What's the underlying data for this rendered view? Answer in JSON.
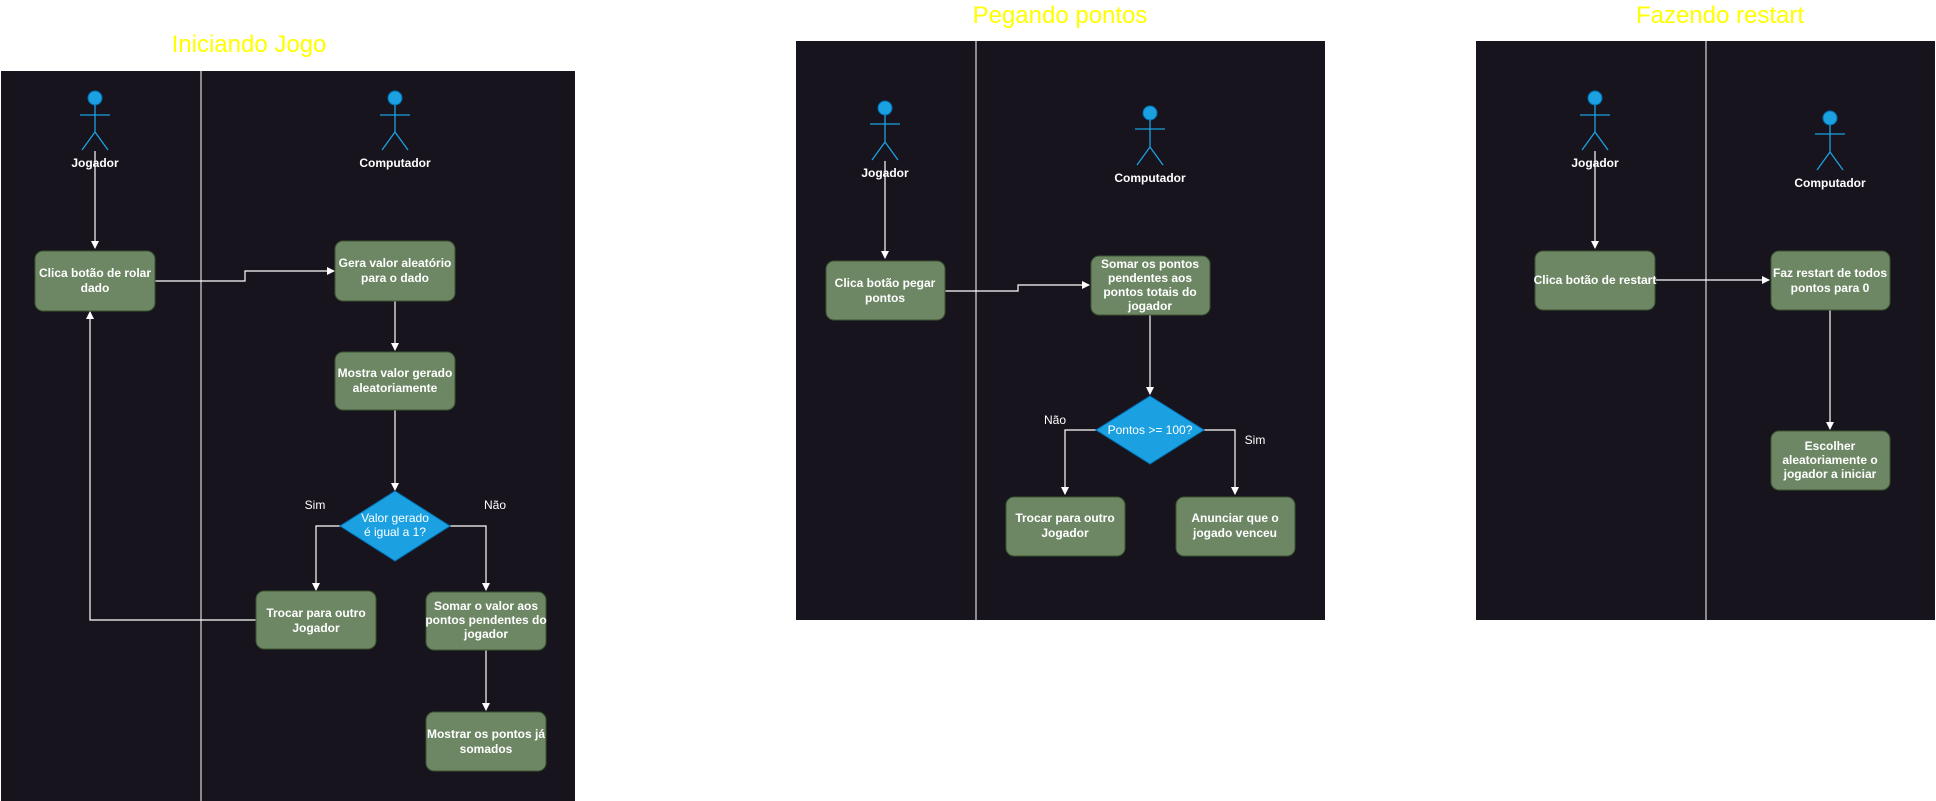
{
  "colors": {
    "panel": "#18141d",
    "node": "#6d8764",
    "decision": "#1ba1e2",
    "title": "#ffff00",
    "text": "#ffffff"
  },
  "diagrams": {
    "iniciando": {
      "title": "Iniciando Jogo",
      "actor_left": "Jogador",
      "actor_right": "Computador",
      "n_clica": [
        "Clica botão de rolar",
        "dado"
      ],
      "n_gera": [
        "Gera valor aleatório",
        "para o dado"
      ],
      "n_mostra": [
        "Mostra valor gerado",
        "aleatoriamente"
      ],
      "d_valor": [
        "Valor gerado",
        "é igual a 1?"
      ],
      "e_sim": "Sim",
      "e_nao": "Não",
      "n_trocar": [
        "Trocar para outro",
        "Jogador"
      ],
      "n_somar": [
        "Somar o valor aos",
        "pontos pendentes do",
        "jogador"
      ],
      "n_mostrar_pontos": [
        "Mostrar os pontos já",
        "somados"
      ]
    },
    "pegando": {
      "title": "Pegando pontos",
      "actor_left": "Jogador",
      "actor_right": "Computador",
      "n_clica": [
        "Clica botão  pegar",
        "pontos"
      ],
      "n_somar": [
        "Somar os pontos",
        "pendentes aos",
        "pontos totais do",
        "jogador"
      ],
      "d_pontos": [
        "Pontos >= 100?"
      ],
      "e_nao": "Não",
      "e_sim": "Sim",
      "n_trocar": [
        "Trocar para outro",
        "Jogador"
      ],
      "n_anunciar": [
        "Anunciar que o",
        "jogado venceu"
      ]
    },
    "restart": {
      "title": "Fazendo restart",
      "actor_left": "Jogador",
      "actor_right": "Computador",
      "n_clica": [
        "Clica botão de restart"
      ],
      "n_faz": [
        "Faz restart de todos",
        "pontos para 0"
      ],
      "n_escolher": [
        "Escolher",
        "aleatoriamente o",
        "jogador a iniciar"
      ]
    }
  }
}
